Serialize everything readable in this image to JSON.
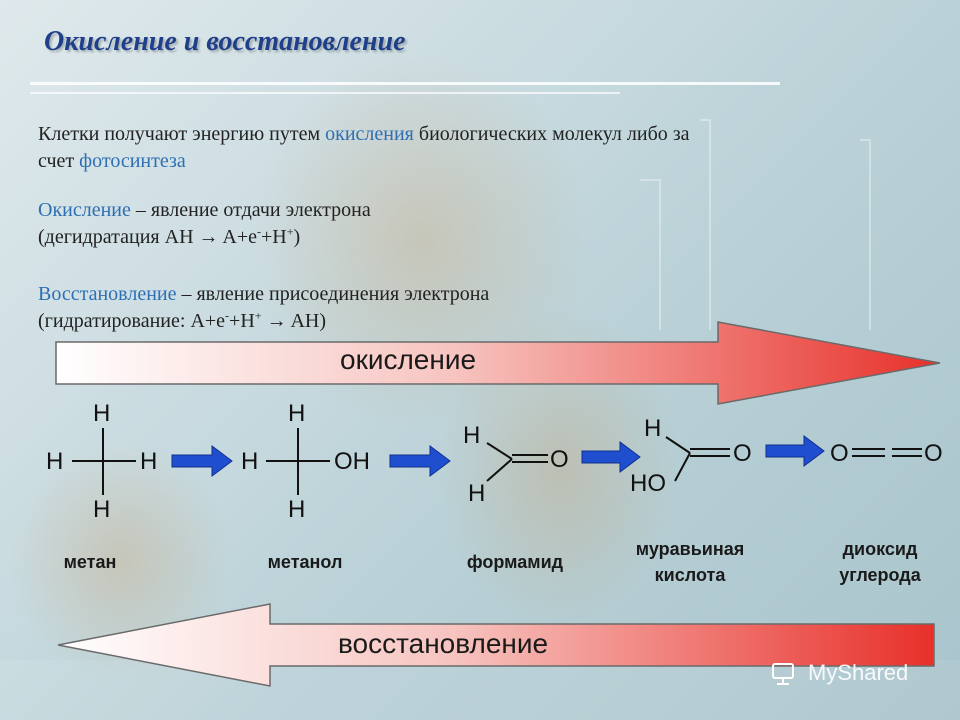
{
  "title": "Окисление и восстановление",
  "intro": {
    "part1": "Клетки получают энергию путем ",
    "term1": "окисления",
    "part2": " биологических молекул либо за",
    "part3": "счет ",
    "term2": "фотосинтеза"
  },
  "oxidation_def": {
    "term": "Окисление",
    "text": " – явление отдачи электрона",
    "line2_a": "(дегидратация AH → A+e",
    "line2_sup1": "-",
    "line2_b": "+H",
    "line2_sup2": "+",
    "line2_c": ")"
  },
  "reduction_def": {
    "term": "Восстановление",
    "text": " – явление присоединения электрона",
    "line2_a": "(гидратирование: A+e",
    "line2_sup1": "-",
    "line2_b": "+H",
    "line2_sup2": "+",
    "line2_c": " → AH)"
  },
  "arrows": {
    "oxidation_label": "окисление",
    "reduction_label": "восстановление"
  },
  "atoms": {
    "H": "H",
    "O": "O",
    "OH": "OH",
    "HO": "HO"
  },
  "molecules": {
    "methane": "метан",
    "methanol": "метанол",
    "formamide": "формамид",
    "formic_acid_l1": "муравьиная",
    "formic_acid_l2": "кислота",
    "co2_l1": "диоксид",
    "co2_l2": "углерода"
  },
  "watermark": "MyShared",
  "colors": {
    "title": "#1f3f8a",
    "highlight": "#2e6fb3",
    "arrow_red": "#e8302a",
    "reaction_arrow": "#1f4fcf"
  },
  "icons": [
    "reaction-arrow-icon",
    "watermark-logo-icon"
  ]
}
